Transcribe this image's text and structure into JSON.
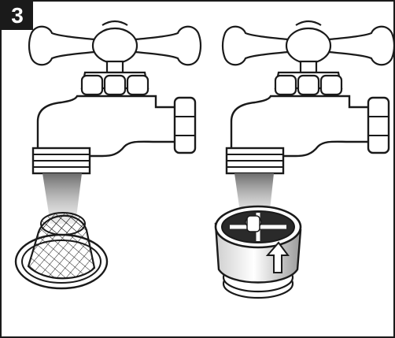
{
  "step": {
    "number": "3"
  },
  "panels": [
    {
      "subject": "faucet",
      "part": "screen-filter"
    },
    {
      "subject": "faucet",
      "part": "in-line-filter-with-flow-arrow"
    }
  ]
}
